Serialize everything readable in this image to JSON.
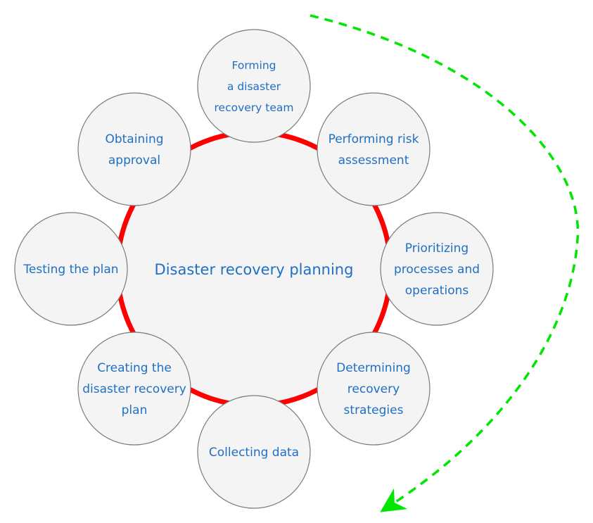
{
  "diagram": {
    "title": "Disaster recovery planning",
    "steps": [
      {
        "lines": [
          "Forming",
          "a disaster",
          "recovery team"
        ]
      },
      {
        "lines": [
          "Performing risk",
          "assessment"
        ]
      },
      {
        "lines": [
          "Prioritizing",
          "processes and",
          "operations"
        ]
      },
      {
        "lines": [
          "Determining",
          "recovery",
          "strategies"
        ]
      },
      {
        "lines": [
          "Collecting data"
        ]
      },
      {
        "lines": [
          "Creating the",
          "disaster recovery",
          "plan"
        ]
      },
      {
        "lines": [
          "Testing the plan"
        ]
      },
      {
        "lines": [
          "Obtaining",
          "approval"
        ]
      }
    ],
    "flow_direction": "clockwise",
    "colors": {
      "ring": "#ff0000",
      "node_fill": "#f4f4f4",
      "node_stroke": "#7a7a7a",
      "text": "#1f6fc4",
      "arrow": "#00e600"
    }
  }
}
